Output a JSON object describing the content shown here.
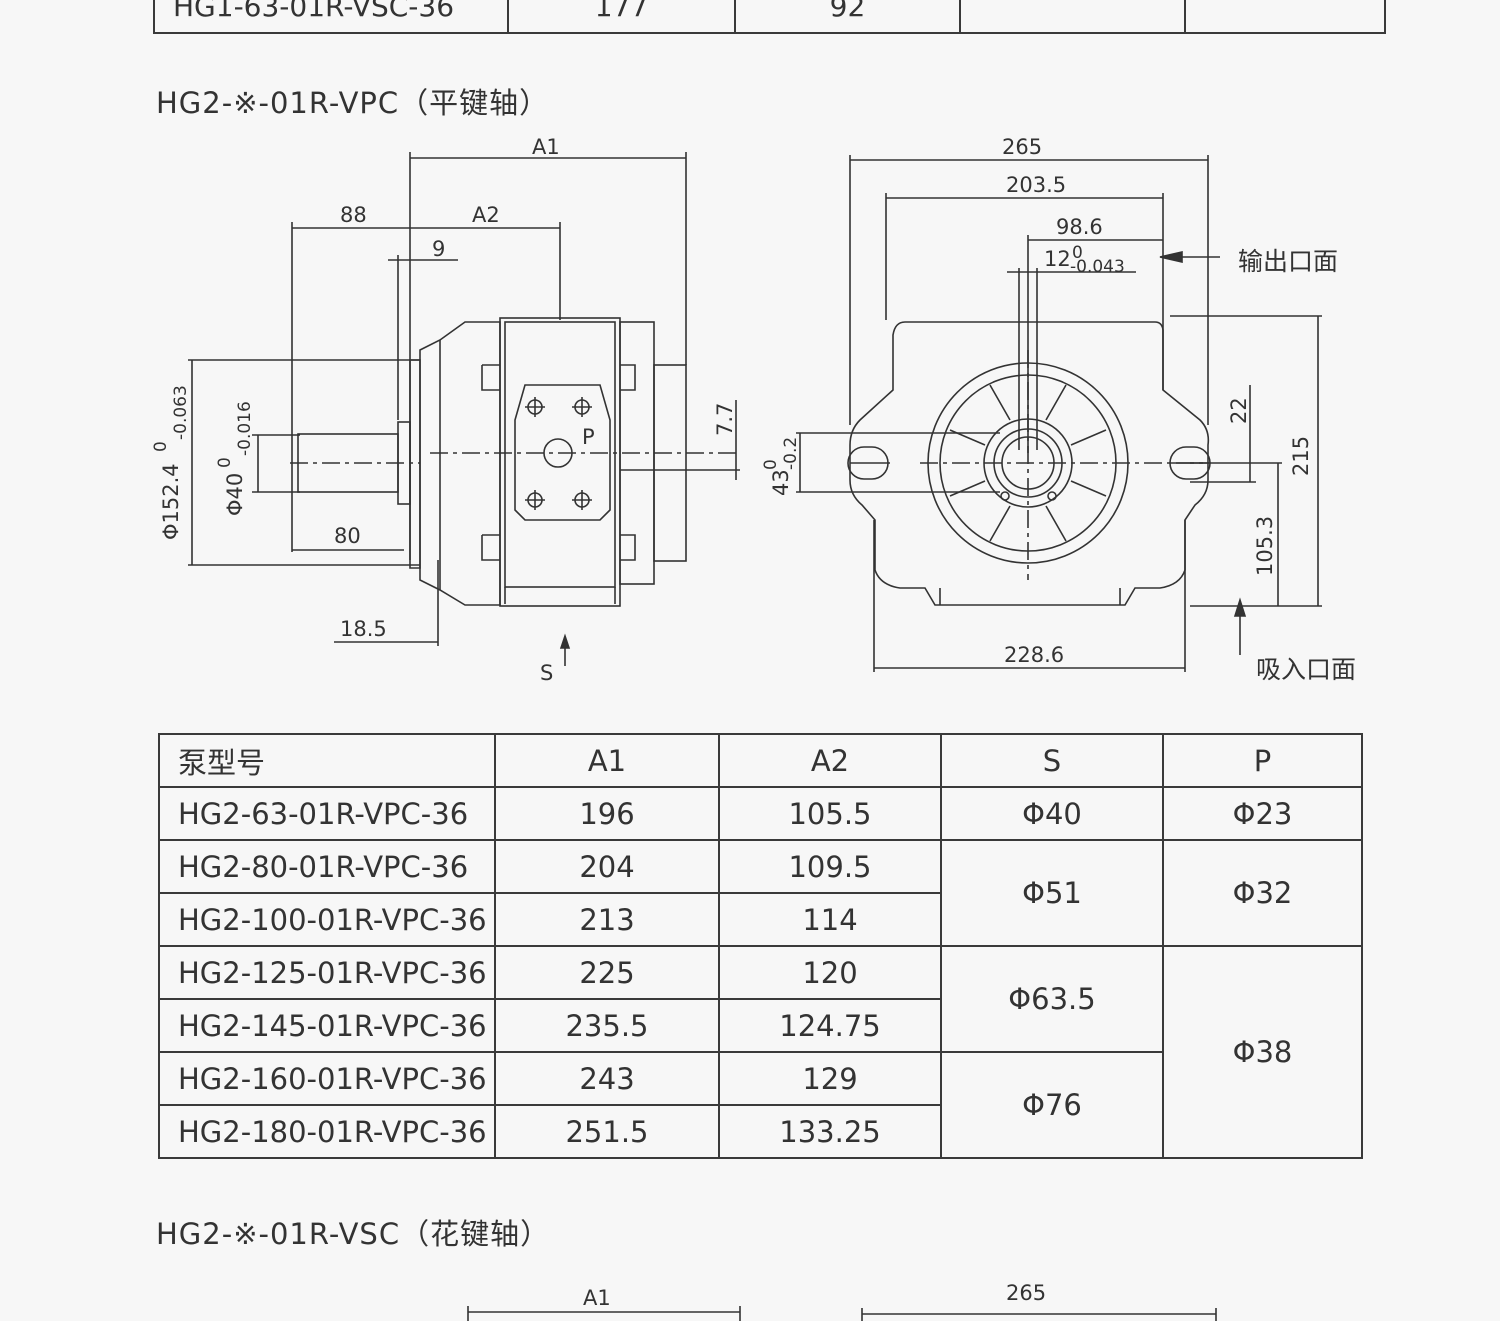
{
  "top_table": {
    "model": "HG1-63-01R-VSC-36",
    "a1": "177",
    "a2": "92",
    "s": "",
    "p": ""
  },
  "section1": {
    "title": "HG2-※-01R-VPC（平键轴）"
  },
  "drawing1": {
    "side": {
      "a1": "A1",
      "a2": "A2",
      "d88": "88",
      "d9": "9",
      "d80": "80",
      "d18_5": "18.5",
      "d7_7": "7.7",
      "phi152": "Φ152.4",
      "phi152_tol_upper": "0",
      "phi152_tol_lower": "-0.063",
      "phi40": "Φ40",
      "phi40_tol_upper": "0",
      "phi40_tol_lower": "-0.016",
      "port_p": "P",
      "port_s": "S"
    },
    "front": {
      "d265": "265",
      "d203_5": "203.5",
      "d98_6": "98.6",
      "d12": "12",
      "d12_tol_upper": "0",
      "d12_tol_lower": "-0.043",
      "d22": "22",
      "d215": "215",
      "d105_3": "105.3",
      "d228_6": "228.6",
      "d43": "43",
      "d43_tol_upper": "0",
      "d43_tol_lower": "-0.2",
      "outlet_label": "输出口面",
      "inlet_label": "吸入口面"
    }
  },
  "spec_table": {
    "headers": [
      "泵型号",
      "A1",
      "A2",
      "S",
      "P"
    ],
    "rows": [
      {
        "model": "HG2-63-01R-VPC-36",
        "a1": "196",
        "a2": "105.5"
      },
      {
        "model": "HG2-80-01R-VPC-36",
        "a1": "204",
        "a2": "109.5"
      },
      {
        "model": "HG2-100-01R-VPC-36",
        "a1": "213",
        "a2": "114"
      },
      {
        "model": "HG2-125-01R-VPC-36",
        "a1": "225",
        "a2": "120"
      },
      {
        "model": "HG2-145-01R-VPC-36",
        "a1": "235.5",
        "a2": "124.75"
      },
      {
        "model": "HG2-160-01R-VPC-36",
        "a1": "243",
        "a2": "129"
      },
      {
        "model": "HG2-180-01R-VPC-36",
        "a1": "251.5",
        "a2": "133.25"
      }
    ],
    "s_groups": [
      "Φ40",
      "Φ51",
      "Φ63.5",
      "Φ76"
    ],
    "p_groups": [
      "Φ23",
      "Φ32",
      "Φ38"
    ]
  },
  "section2": {
    "title": "HG2-※-01R-VSC（花键轴）",
    "a1": "A1",
    "d265": "265"
  }
}
